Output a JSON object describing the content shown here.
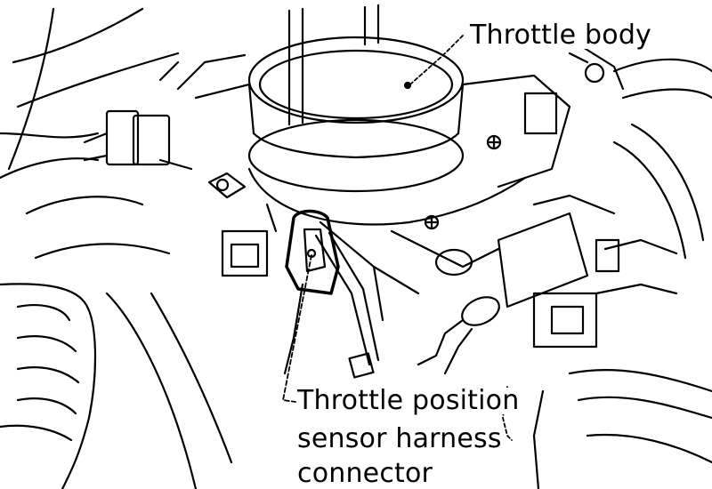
{
  "diagram": {
    "labels": {
      "throttle_body": "Throttle body",
      "tps_line1": "Throttle position",
      "tps_line2": "sensor harness",
      "tps_line3": "connector"
    },
    "colors": {
      "ink": "#000000",
      "paper": "#ffffff"
    }
  }
}
